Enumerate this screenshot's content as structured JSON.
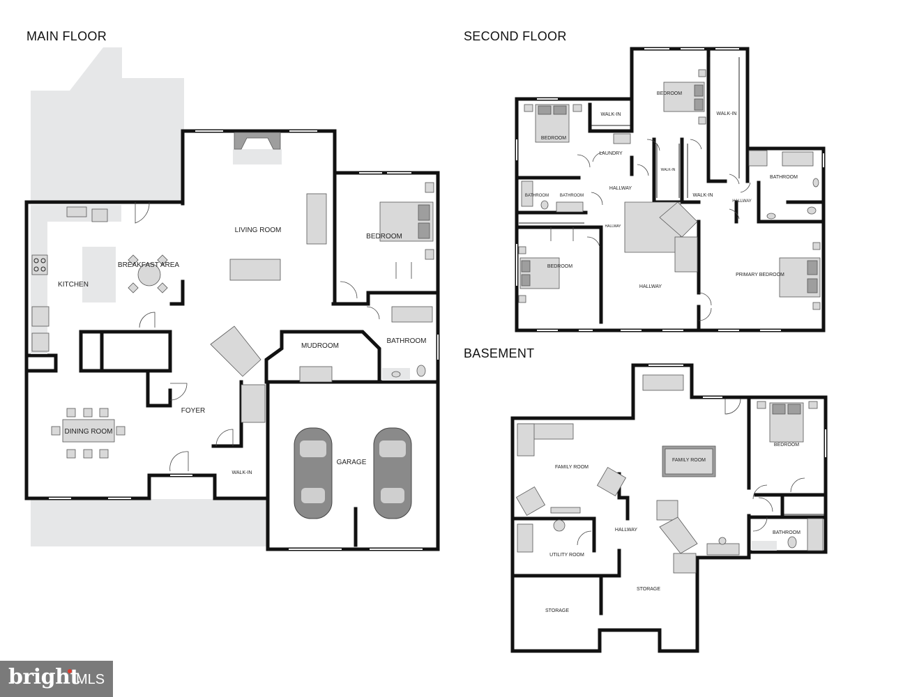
{
  "floors": {
    "main": "MAIN FLOOR",
    "second": "SECOND FLOOR",
    "basement": "BASEMENT"
  },
  "main_rooms": {
    "living_room": "LIVING ROOM",
    "bedroom": "BEDROOM",
    "breakfast_area": "BREAKFAST AREA",
    "kitchen": "KITCHEN",
    "mudroom": "MUDROOM",
    "bathroom": "BATHROOM",
    "foyer": "FOYER",
    "dining_room": "DINING ROOM",
    "garage": "GARAGE",
    "walk_in": "WALK-IN"
  },
  "second_rooms": {
    "bedroom_a": "BEDROOM",
    "walk_in_a": "WALK-IN",
    "bedroom_b": "BEDROOM",
    "walk_in_b": "WALK-IN",
    "laundry": "LAUNDRY",
    "hallway_a": "HALLWAY",
    "bathroom_a": "BATHROOM",
    "bathroom_b": "BATHROOM",
    "walk_in_c": "WALK-IN",
    "walk_in_d": "WALK-IN",
    "hallway_b": "HALLWAY",
    "bathroom_c": "BATHROOM",
    "hallway_c": "HALLWAY",
    "bedroom_c": "BEDROOM",
    "hallway_d": "HALLWAY",
    "primary_bedroom": "PRIMARY BEDROOM"
  },
  "basement_rooms": {
    "family_room_a": "FAMILY ROOM",
    "family_room_b": "FAMILY ROOM",
    "bedroom": "BEDROOM",
    "hallway": "HALLWAY",
    "utility_room": "UTILITY ROOM",
    "bathroom": "BATHROOM",
    "storage_a": "STORAGE",
    "storage_b": "STORAGE"
  },
  "logo": {
    "brand": "bright",
    "suffix": "MLS",
    "colors": {
      "background": "#7a7a7a",
      "dot": "#e33a2c"
    }
  },
  "colors": {
    "walls": "#111111",
    "exterior": "#e6e7e8",
    "furniture": "#d9d9d9"
  }
}
